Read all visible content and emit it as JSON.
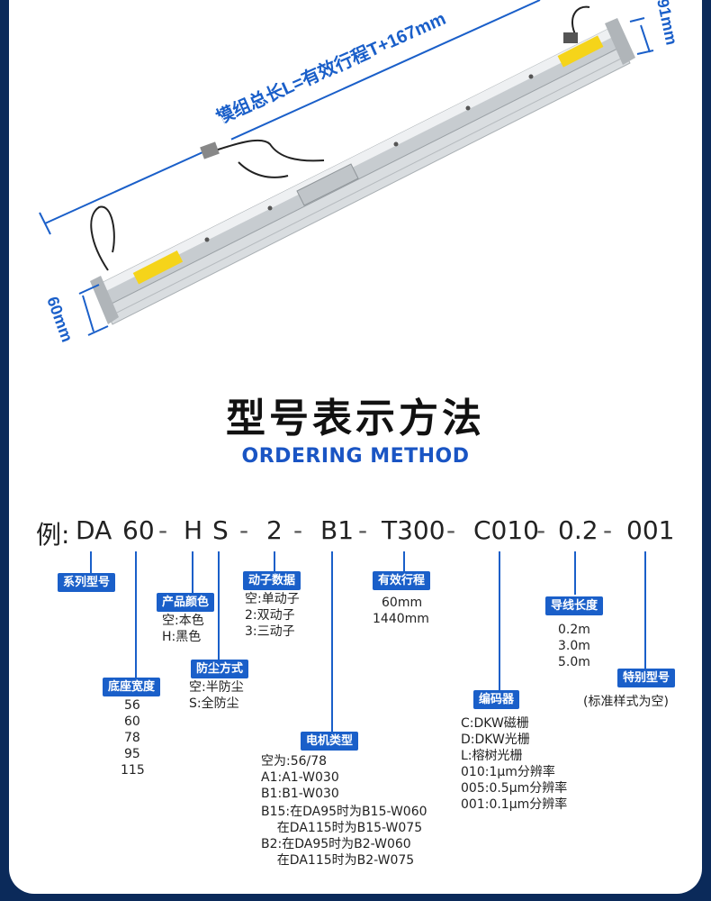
{
  "photo": {
    "dimension_overall": "模组总长L=有效行程T+167mm",
    "dimension_height": "60mm",
    "dimension_width": "91mm"
  },
  "header": {
    "title": "型号表示方法",
    "subtitle": "ORDERING METHOD"
  },
  "code": {
    "prefix": "例:",
    "parts": [
      "DA",
      "60",
      "H",
      "S",
      "2",
      "B1",
      "T300",
      "C010",
      "0.2",
      "001"
    ],
    "dash": "-"
  },
  "fields": {
    "series": {
      "label": "系列型号"
    },
    "base_width": {
      "label": "底座宽度",
      "options": [
        "56",
        "60",
        "78",
        "95",
        "115"
      ]
    },
    "color": {
      "label": "产品颜色",
      "options": [
        "空:本色",
        "H:黑色"
      ]
    },
    "dustproof": {
      "label": "防尘方式",
      "options": [
        "空:半防尘",
        "S:全防尘"
      ]
    },
    "mover": {
      "label": "动子数据",
      "options": [
        "空:单动子",
        "2:双动子",
        "3:三动子"
      ]
    },
    "motor": {
      "label": "电机类型",
      "options": [
        "空为:56/78",
        "A1:A1-W030",
        "B1:B1-W030",
        "B15:在DA95时为B15-W060",
        "    在DA115时为B15-W075",
        "B2:在DA95时为B2-W060",
        "    在DA115时为B2-W075"
      ]
    },
    "stroke": {
      "label": "有效行程",
      "options": [
        "60mm",
        "1440mm"
      ]
    },
    "encoder": {
      "label": "编码器",
      "options": [
        "C:DKW磁栅",
        "D:DKW光栅",
        "L:榕树光栅",
        "010:1μm分辨率",
        "005:0.5μm分辨率",
        "001:0.1μm分辨率"
      ]
    },
    "cable": {
      "label": "导线长度",
      "options": [
        "0.2m",
        "3.0m",
        "5.0m"
      ]
    },
    "special": {
      "label": "特别型号",
      "options": [
        "(标准样式为空)"
      ]
    }
  },
  "colors": {
    "accent": "#1a5fc9",
    "background": "#0b2a5a"
  }
}
